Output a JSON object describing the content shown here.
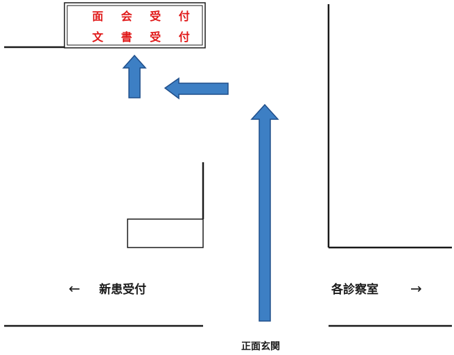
{
  "sign": {
    "line1": "面 会 受 付",
    "line2": "文 書 受 付"
  },
  "labels": {
    "left_arrow": "←",
    "new_patient_reception": "新患受付",
    "clinics": "各診察室",
    "right_arrow": "→",
    "main_entrance": "正面玄関"
  },
  "colors": {
    "arrow_fill": "#3d7fc4",
    "arrow_stroke": "#1f4e8a",
    "sign_text": "#e01818",
    "wall": "#1a1a1a"
  }
}
